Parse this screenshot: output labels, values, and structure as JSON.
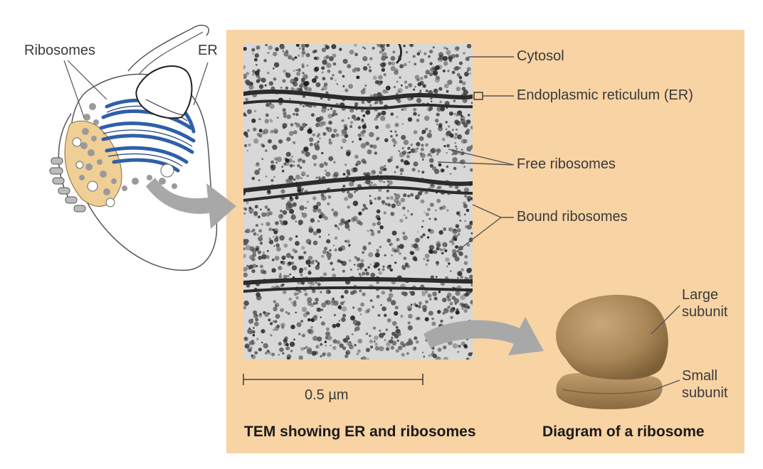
{
  "cell_labels": {
    "ribosomes": "Ribosomes",
    "er": "ER"
  },
  "tem_labels": {
    "cytosol": "Cytosol",
    "endoplasmic_reticulum": "Endoplasmic reticulum (ER)",
    "free_ribosomes": "Free ribosomes",
    "bound_ribosomes": "Bound ribosomes"
  },
  "scale_bar": {
    "label": "0.5 µm"
  },
  "ribosome_labels": {
    "large_subunit_line1": "Large",
    "large_subunit_line2": "subunit",
    "small_subunit_line1": "Small",
    "small_subunit_line2": "subunit"
  },
  "captions": {
    "tem": "TEM showing ER and ribosomes",
    "diagram": "Diagram of a ribosome"
  },
  "colors": {
    "panel_background": "#f8d3a4",
    "er_blue": "#2f5fa8",
    "cell_tan": "#efcf96",
    "ribosome_brown": "#a88657",
    "arrow_gray": "#a8a8a8",
    "micrograph_background": "#d8d8d8"
  }
}
